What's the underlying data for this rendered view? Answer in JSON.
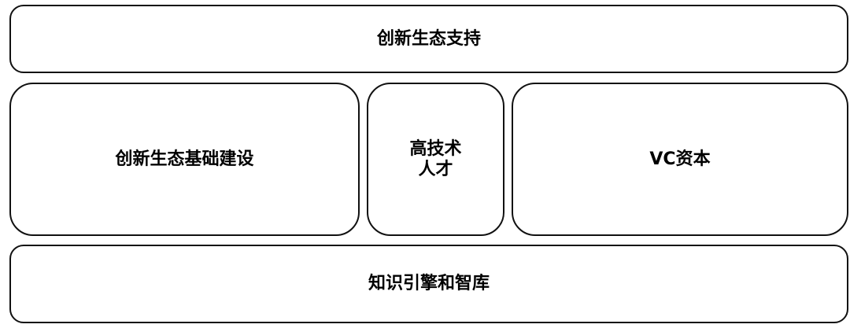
{
  "diagram": {
    "top_box": {
      "label": "创新生态支持"
    },
    "middle_row": {
      "left": {
        "label": "创新生态基础建设"
      },
      "center": {
        "line1": "高技术",
        "line2": "人才"
      },
      "right": {
        "label": "VC资本"
      }
    },
    "bottom_box": {
      "label": "知识引擎和智库"
    }
  }
}
